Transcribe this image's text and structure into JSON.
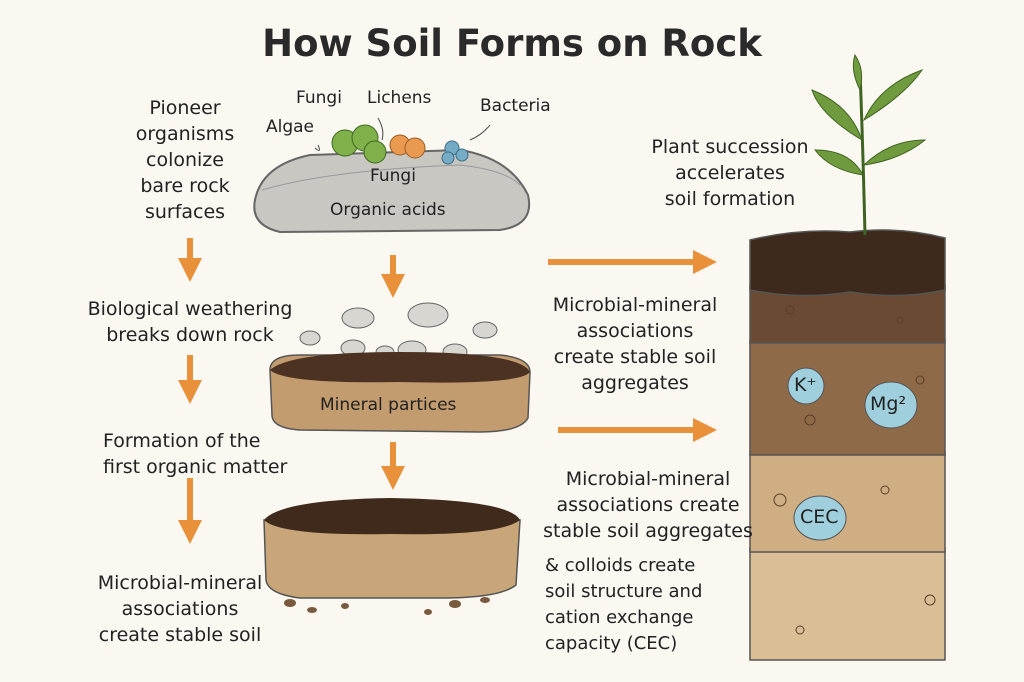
{
  "title": "How Soil Forms on Rock",
  "left": {
    "step1": [
      "Pioneer",
      "organisms",
      "colonize",
      "bare rock",
      "surfaces"
    ],
    "step2": [
      "Biological weathering",
      "breaks down rock"
    ],
    "step3": [
      "Formation of the",
      "first organic matter"
    ],
    "step4": [
      "Microbial-mineral",
      "associations",
      "create stable soil"
    ]
  },
  "rock": {
    "labels": {
      "fungi_top": "Fungi",
      "lichens": "Lichens",
      "algae": "Algae",
      "bacteria": "Bacteria",
      "fungi": "Fungi",
      "acids": "Organic acids"
    }
  },
  "mineral_label": "Mineral partices",
  "middle": {
    "text1": [
      "Microbial-mineral",
      "associations",
      "create stable soil",
      "aggregates"
    ],
    "text2": [
      "Microbial-mineral",
      "associations create",
      "stable soil aggregates"
    ],
    "text3": [
      "& colloids create",
      "soil structure and",
      "cation exchange",
      "capacity (CEC)"
    ]
  },
  "right": {
    "text": [
      "Plant succession",
      "accelerates",
      "soil formation"
    ],
    "ions": {
      "k": "K⁺",
      "mg": "Mg²",
      "cec": "CEC"
    }
  },
  "colors": {
    "arrow": "#e8913a",
    "ion": "#9fcfdc"
  }
}
